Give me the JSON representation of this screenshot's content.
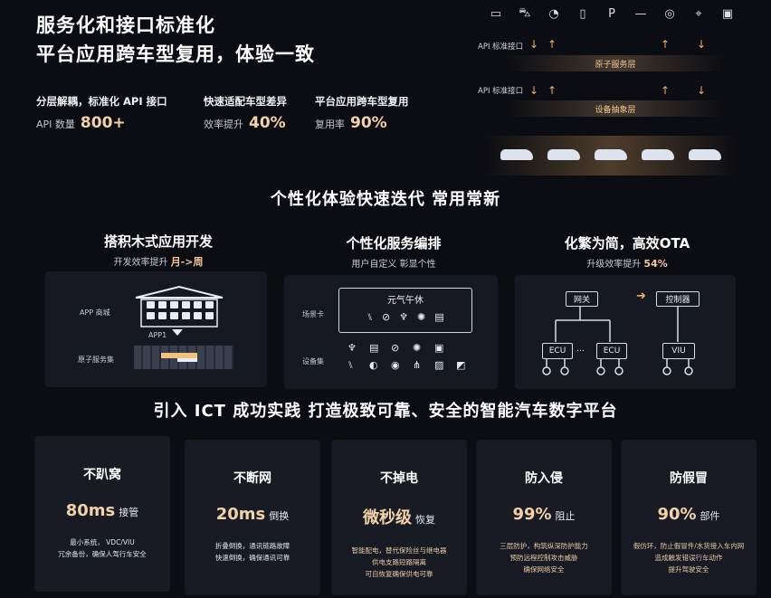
{
  "header": {
    "title_line1": "服务化和接口标准化",
    "title_line2": "平台应用跨车型复用，体验一致"
  },
  "stats": [
    {
      "heading": "分层解耦，标准化 API 接口",
      "label": "API 数量",
      "value": "800+"
    },
    {
      "heading": "快速适配车型差异",
      "label": "效率提升",
      "value": "40%"
    },
    {
      "heading": "平台应用跨车型复用",
      "label": "复用率",
      "value": "90%"
    }
  ],
  "architecture": {
    "icons": [
      "screen-icon",
      "car-icon",
      "gauge-icon",
      "battery-icon",
      "parking-icon",
      "dash-icon",
      "compass-icon",
      "map-icon",
      "camera-icon"
    ],
    "api_label_1": "API 标准接口",
    "api_label_2": "API 标准接口",
    "layer_1": "原子服务层",
    "layer_2": "设备抽象层"
  },
  "section2": {
    "title": "个性化体验快速迭代  常用常新",
    "columns": [
      {
        "title": "搭积木式应用开发",
        "sub": "开发效率提升",
        "highlight": "月->周"
      },
      {
        "title": "个性化服务编排",
        "sub": "用户自定义  彰显个性",
        "highlight": ""
      },
      {
        "title": "化繁为简，高效OTA",
        "sub": "升级效率提升",
        "highlight": "54%"
      }
    ],
    "panel1": {
      "app_mall": "APP 商城",
      "app1": "APP1",
      "atomic": "原子服务集"
    },
    "panel2": {
      "scene_card": "场景卡",
      "scene_name": "元气午休",
      "device_set": "设备集"
    },
    "panel3": {
      "gateway": "网关",
      "controller": "控制器",
      "ecu1": "ECU",
      "ecu2": "ECU",
      "viu": "VIU"
    }
  },
  "section3": {
    "title": "引入 ICT 成功实践  打造极致可靠、安全的智能汽车数字平台",
    "cards": [
      {
        "title": "不趴窝",
        "value": "80ms",
        "unit": "接管",
        "desc1": "最小系统，  VDC/VIU",
        "desc2": "冗余备份，确保人驾行车安全",
        "accent": false
      },
      {
        "title": "不断网",
        "value": "20ms",
        "unit": "倒换",
        "desc1": "折叠倒换，通讯链路故障",
        "desc2": "快速倒换，确保通讯可靠",
        "accent": false
      },
      {
        "title": "不掉电",
        "value": "微秒级",
        "unit": "恢复",
        "desc1": "智能配电，替代保险丝与继电器",
        "desc2": "供电支路短路隔离",
        "desc3": "可自恢复确保供电可靠",
        "accent": true
      },
      {
        "title": "防入侵",
        "value": "99%",
        "unit": "阻止",
        "desc1": "三层防护，构筑纵深防护能力",
        "desc2": "预防远程控制攻击威胁",
        "desc3": "确保网络安全",
        "accent": true
      },
      {
        "title": "防假冒",
        "value": "90%",
        "unit": "部件",
        "desc1": "假仿环，防止假冒件/水货接入车内网",
        "desc2": "造成触发错误行车动作",
        "desc3": "提升驾驶安全",
        "accent": true
      }
    ]
  }
}
